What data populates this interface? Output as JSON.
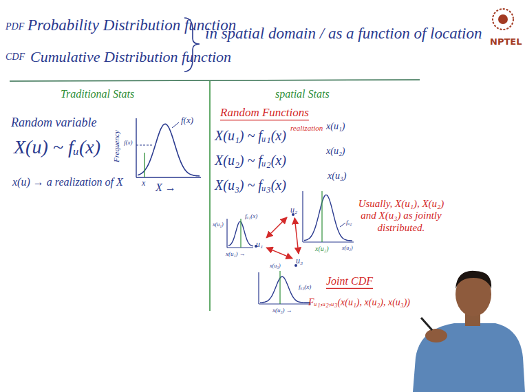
{
  "diagram": {
    "nodes": [
      {
        "text": [
          "u₁"
        ]
      },
      {
        "text": [
          "u₂"
        ]
      },
      {
        "text": [
          "u₃"
        ]
      }
    ],
    "edges": [
      {
        "from": 0,
        "to": 1,
        "arrow": "both"
      },
      {
        "from": 0,
        "to": 2,
        "arrow": "both"
      },
      {
        "from": 1,
        "to": 2,
        "arrow": "both"
      }
    ],
    "labels": [
      "PDF",
      "Probability Distribution function",
      "CDF",
      "Cumulative Distribution function",
      "in spatial domain / as a function of location",
      "NPTEL",
      "Traditional Stats",
      "Random variable",
      "X(u) ~ fᵤ(x)",
      "x(u) → a realization of X",
      "Frequency",
      "f(x)",
      "f(x)",
      "x",
      "X →",
      "spatial Stats",
      "Random Functions",
      "X(u₁) ~ fᵤ₁(x)",
      "realization",
      "x(u₁)",
      "X(u₂) ~ fᵤ₂(x)",
      "x(u₂)",
      "X(u₃) ~ fᵤ₃(x)",
      "x(u₃)",
      "x(u₁)",
      "fᵤ₁(x)",
      "x(u₁) →",
      "x(u₂)",
      "fᵤ₂",
      "x(u₂)",
      "x(u₃)",
      "fᵤ₃(x)",
      "x(u₃) →",
      "Usually, X(u₁), X(u₂) and X(u₃) as jointly distributed.",
      "Joint CDF",
      "Fᵤ₁,ᵤ₂,ᵤ₃(x(u₁), x(u₂), x(u₃))"
    ]
  }
}
